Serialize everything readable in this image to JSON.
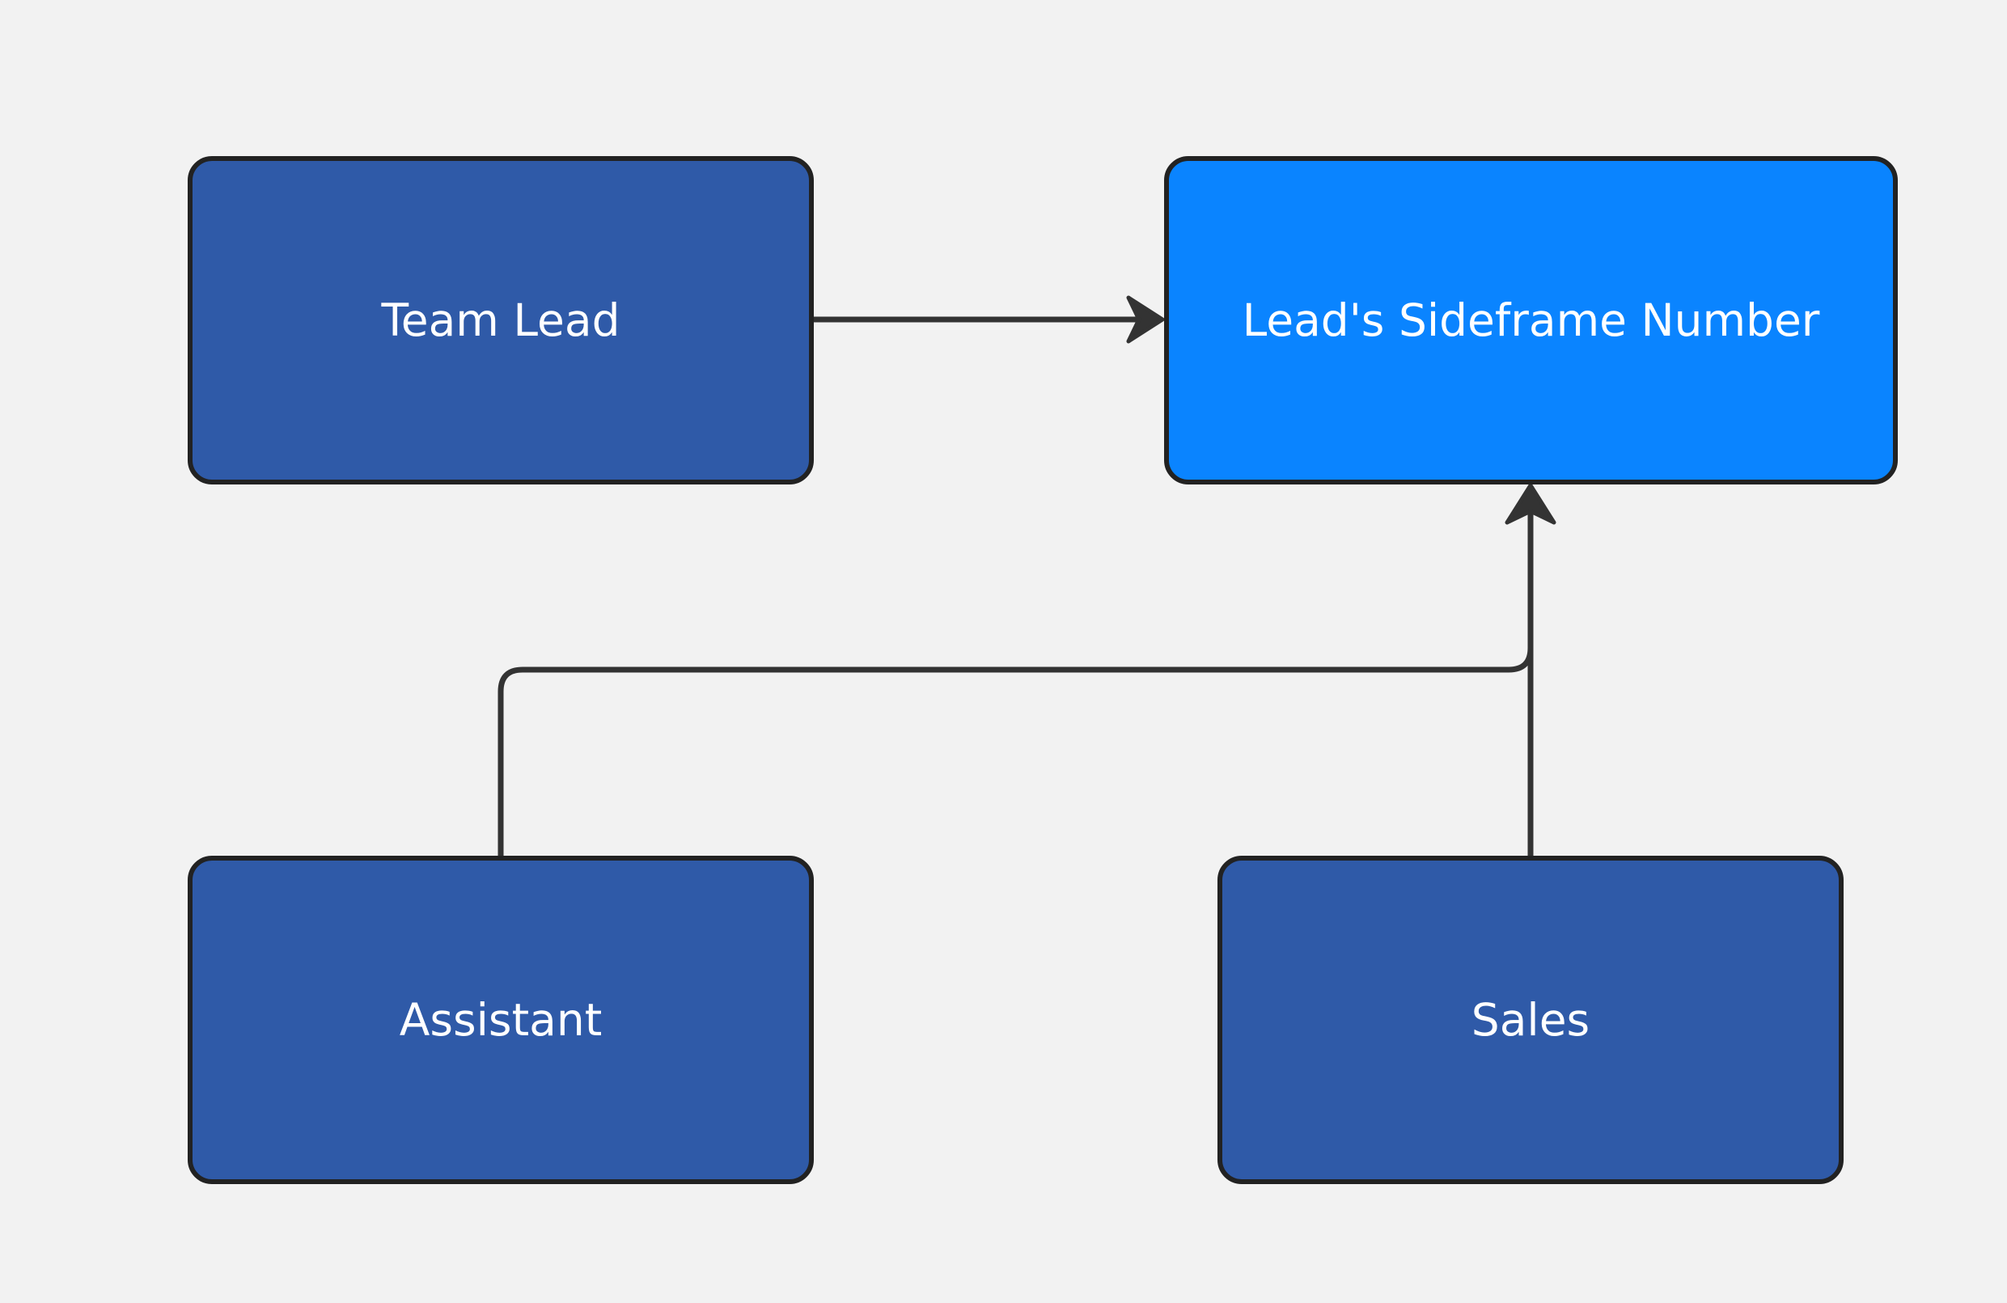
{
  "colors": {
    "background": "#f2f2f2",
    "node_dark": "#2f5aa8",
    "node_highlight": "#0a84ff",
    "border": "#222222",
    "edge": "#333333",
    "text": "#ffffff"
  },
  "nodes": {
    "team_lead": {
      "label": "Team Lead"
    },
    "sideframe": {
      "label": "Lead's Sideframe Number"
    },
    "assistant": {
      "label": "Assistant"
    },
    "sales": {
      "label": "Sales"
    }
  },
  "edges": [
    {
      "from": "Team Lead",
      "to": "Lead's Sideframe Number"
    },
    {
      "from": "Assistant",
      "to": "Lead's Sideframe Number"
    },
    {
      "from": "Sales",
      "to": "Lead's Sideframe Number"
    }
  ]
}
